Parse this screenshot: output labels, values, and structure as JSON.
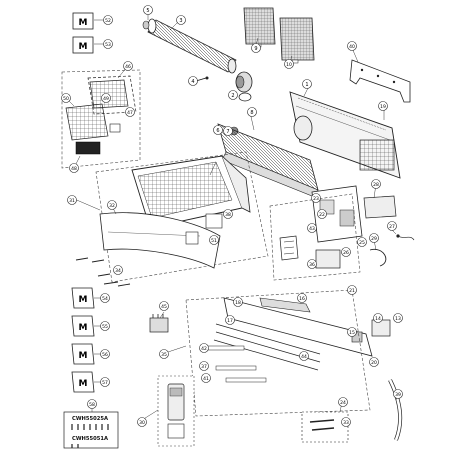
{
  "callouts": {
    "c1": "1",
    "c2": "2",
    "c3": "3",
    "c4": "4",
    "c5": "5",
    "c6": "6",
    "c7": "7",
    "c8": "8",
    "c9": "9",
    "c10": "10",
    "c13": "13",
    "c14": "14",
    "c15": "15",
    "c16": "16",
    "c17": "17",
    "c18": "18",
    "c19": "19",
    "c20": "20",
    "c21": "21",
    "c22": "22",
    "c23": "23",
    "c24": "24",
    "c25": "25",
    "c26": "26",
    "c27": "27",
    "c28": "28",
    "c29": "29",
    "c30": "30",
    "c31": "31",
    "c32": "32",
    "c33": "33",
    "c34": "34",
    "c35": "35",
    "c36": "36",
    "c37": "37",
    "c38": "38",
    "c39": "39",
    "c40": "40",
    "c41": "41",
    "c42": "42",
    "c43": "43",
    "c44": "44",
    "c45": "45",
    "c46": "46",
    "c47": "47",
    "c48": "48",
    "c49": "49",
    "c50": "50",
    "c51": "51",
    "c52": "52",
    "c53": "53",
    "c54": "54",
    "c55": "55",
    "c56": "56",
    "c57": "57",
    "c58": "58"
  },
  "screw_kit": {
    "code_a": "CWH55025A",
    "code_b": "CWH55051A"
  },
  "booklet_mark": "M"
}
